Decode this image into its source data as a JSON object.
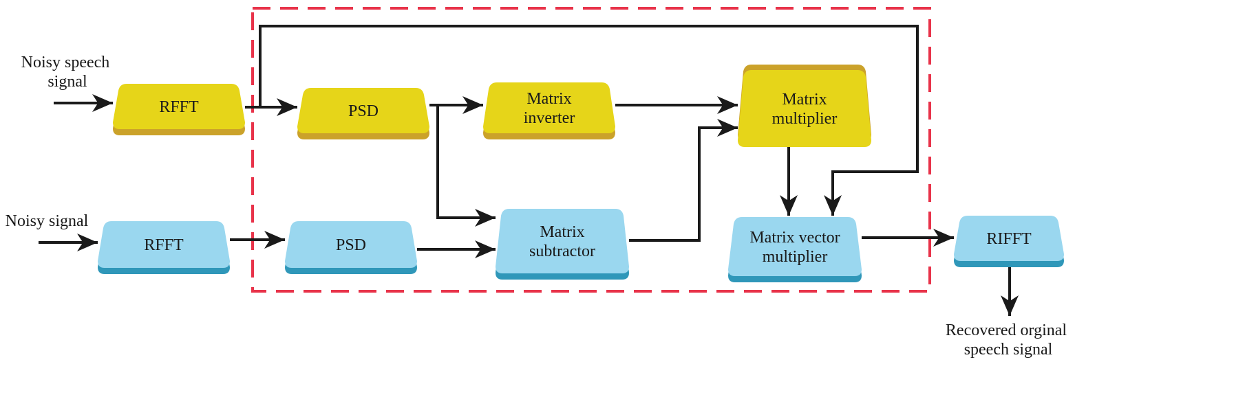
{
  "colors": {
    "yellow_top": "#e6d519",
    "yellow_base": "#cba22a",
    "blue_top": "#9ad7ef",
    "blue_base": "#2f97b9",
    "boundary": "#e8334a",
    "wire": "#1a1a1a"
  },
  "inputs": {
    "noisy_speech": [
      "Noisy speech",
      "signal"
    ],
    "noisy_signal": "Noisy signal"
  },
  "blocks": {
    "rfft_speech": [
      "RFFT"
    ],
    "rfft_noise": [
      "RFFT"
    ],
    "psd_speech": [
      "PSD"
    ],
    "psd_noise": [
      "PSD"
    ],
    "matrix_inverter": [
      "Matrix",
      "inverter"
    ],
    "matrix_subtractor": [
      "Matrix",
      "subtractor"
    ],
    "matrix_multiplier": [
      "Matrix",
      "multiplier"
    ],
    "matrix_vector_multiplier": [
      "Matrix vector",
      "multiplier"
    ],
    "rifft": [
      "RIFFT"
    ]
  },
  "output": {
    "label": [
      "Recovered orginal",
      "speech signal"
    ]
  }
}
